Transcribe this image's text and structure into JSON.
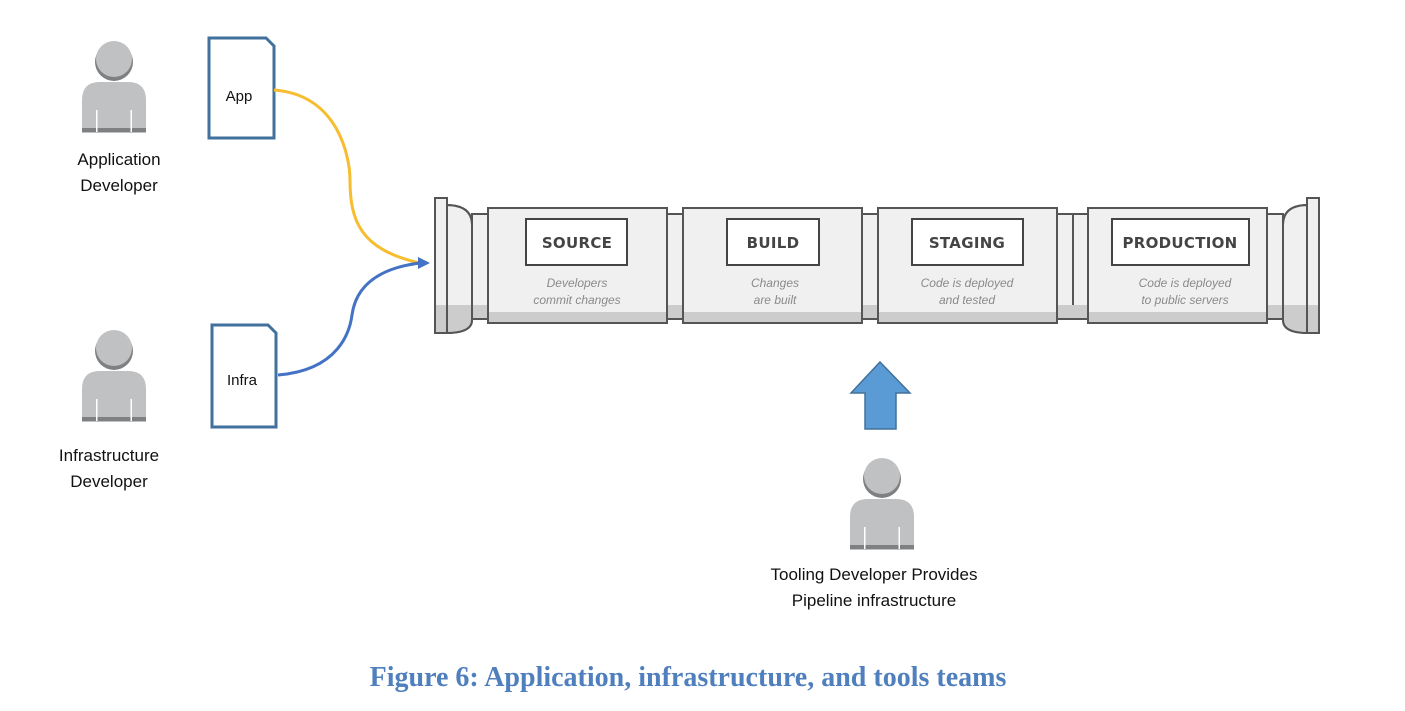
{
  "figure": {
    "caption": "Figure 6: Application, infrastructure, and tools teams"
  },
  "actors": {
    "application_developer": {
      "line1": "Application",
      "line2": "Developer"
    },
    "infrastructure_developer": {
      "line1": "Infrastructure",
      "line2": "Developer"
    },
    "tooling_developer": {
      "line1": "Tooling Developer Provides",
      "line2": "Pipeline infrastructure"
    }
  },
  "documents": {
    "app": {
      "label": "App"
    },
    "infra": {
      "label": "Infra"
    }
  },
  "pipeline": {
    "stages": [
      {
        "title": "SOURCE",
        "desc_line1": "Developers",
        "desc_line2": "commit changes"
      },
      {
        "title": "BUILD",
        "desc_line1": "Changes",
        "desc_line2": "are built"
      },
      {
        "title": "STAGING",
        "desc_line1": "Code is deployed",
        "desc_line2": "and tested"
      },
      {
        "title": "PRODUCTION",
        "desc_line1": "Code is deployed",
        "desc_line2": "to public servers"
      }
    ]
  },
  "colors": {
    "app_connector": "#f6bd2f",
    "infra_connector": "#4472c4",
    "document_border": "#41719c",
    "up_arrow_fill": "#5b9bd5",
    "up_arrow_stroke": "#41719c",
    "caption": "#4f7fbd",
    "person_fill": "#c0c1c3",
    "person_shadow": "#7f8082"
  }
}
